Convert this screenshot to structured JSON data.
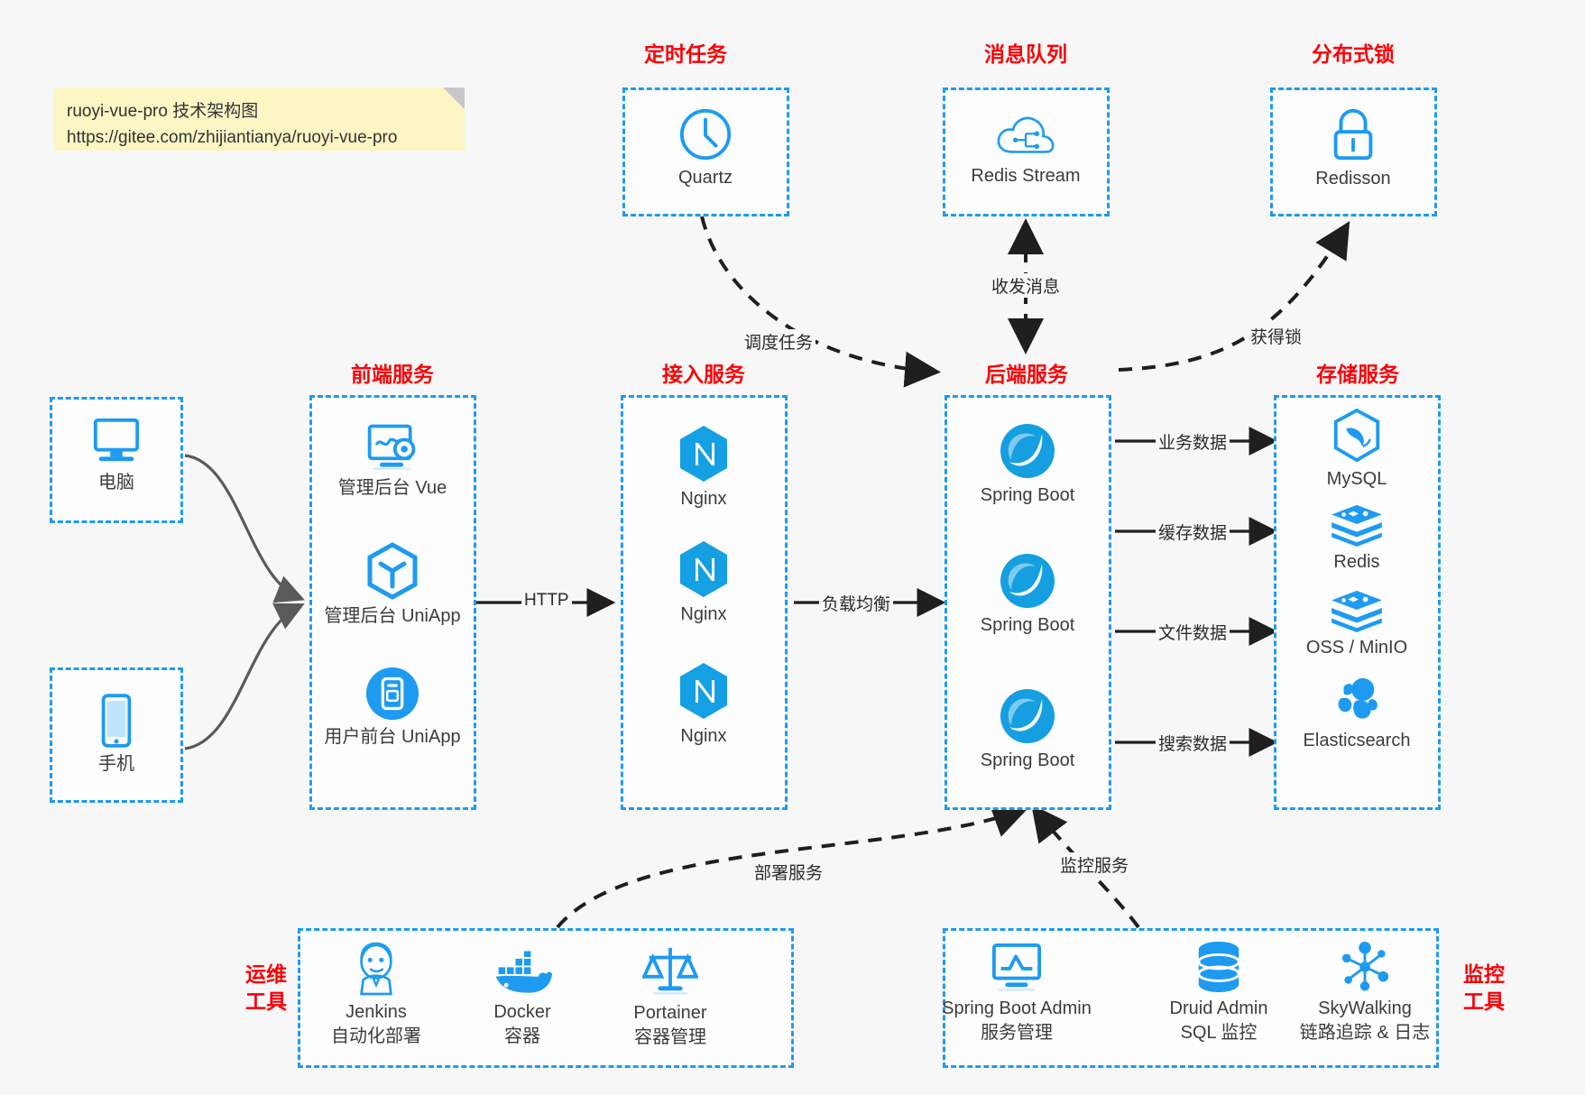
{
  "note": {
    "line1": "ruoyi-vue-pro 技术架构图",
    "line2": "https://gitee.com/zhijiantianya/ruoyi-vue-pro"
  },
  "groups": {
    "scheduler": "定时任务",
    "mq": "消息队列",
    "lock": "分布式锁",
    "frontend": "前端服务",
    "gateway": "接入服务",
    "backend": "后端服务",
    "storage": "存储服务",
    "devops": "运维\n工具",
    "monitor": "监控\n工具"
  },
  "nodes": {
    "quartz": {
      "label": "Quartz",
      "icon": "clock-icon"
    },
    "redis_stream": {
      "label": "Redis Stream",
      "icon": "cloud-stream-icon"
    },
    "redisson": {
      "label": "Redisson",
      "icon": "lock-icon"
    },
    "pc": {
      "label": "电脑",
      "icon": "desktop-icon"
    },
    "phone": {
      "label": "手机",
      "icon": "mobile-icon"
    },
    "admin_vue": {
      "label": "管理后台 Vue",
      "icon": "dashboard-gear-icon"
    },
    "admin_uniapp": {
      "label": "管理后台 UniApp",
      "icon": "cube-icon"
    },
    "user_uniapp": {
      "label": "用户前台 UniApp",
      "icon": "app-window-icon"
    },
    "nginx1": {
      "label": "Nginx",
      "icon": "nginx-icon"
    },
    "nginx2": {
      "label": "Nginx",
      "icon": "nginx-icon"
    },
    "nginx3": {
      "label": "Nginx",
      "icon": "nginx-icon"
    },
    "boot1": {
      "label": "Spring Boot",
      "icon": "spring-leaf-icon"
    },
    "boot2": {
      "label": "Spring Boot",
      "icon": "spring-leaf-icon"
    },
    "boot3": {
      "label": "Spring Boot",
      "icon": "spring-leaf-icon"
    },
    "mysql": {
      "label": "MySQL",
      "icon": "mysql-dolphin-icon"
    },
    "redis": {
      "label": "Redis",
      "icon": "redis-stack-icon"
    },
    "oss": {
      "label": "OSS / MinIO",
      "icon": "redis-stack-icon"
    },
    "es": {
      "label": "Elasticsearch",
      "icon": "elasticsearch-icon"
    },
    "jenkins": {
      "label": "Jenkins\n自动化部署",
      "icon": "jenkins-butler-icon"
    },
    "docker": {
      "label": "Docker\n容器",
      "icon": "docker-whale-icon"
    },
    "portainer": {
      "label": "Portainer\n容器管理",
      "icon": "scales-icon"
    },
    "sba": {
      "label": "Spring Boot Admin\n服务管理",
      "icon": "monitor-chart-icon"
    },
    "druid": {
      "label": "Druid Admin\nSQL 监控",
      "icon": "database-icon"
    },
    "skywalking": {
      "label": "SkyWalking\n链路追踪 & 日志",
      "icon": "network-nodes-icon"
    }
  },
  "edges": {
    "schedule_task": "调度任务",
    "send_receive_message": "收发消息",
    "acquire_lock": "获得锁",
    "http": "HTTP",
    "load_balance": "负载均衡",
    "business_data": "业务数据",
    "cache_data": "缓存数据",
    "file_data": "文件数据",
    "search_data": "搜索数据",
    "deploy_service": "部署服务",
    "monitor_service": "监控服务"
  },
  "colors": {
    "accent_blue": "#1e9bf0",
    "title_red": "#fb0007",
    "background": "#f7f7f7",
    "note_yellow": "#fbf6c4",
    "arrow_dark": "#1f1f1f",
    "arrow_gray": "#5a5a5a"
  }
}
